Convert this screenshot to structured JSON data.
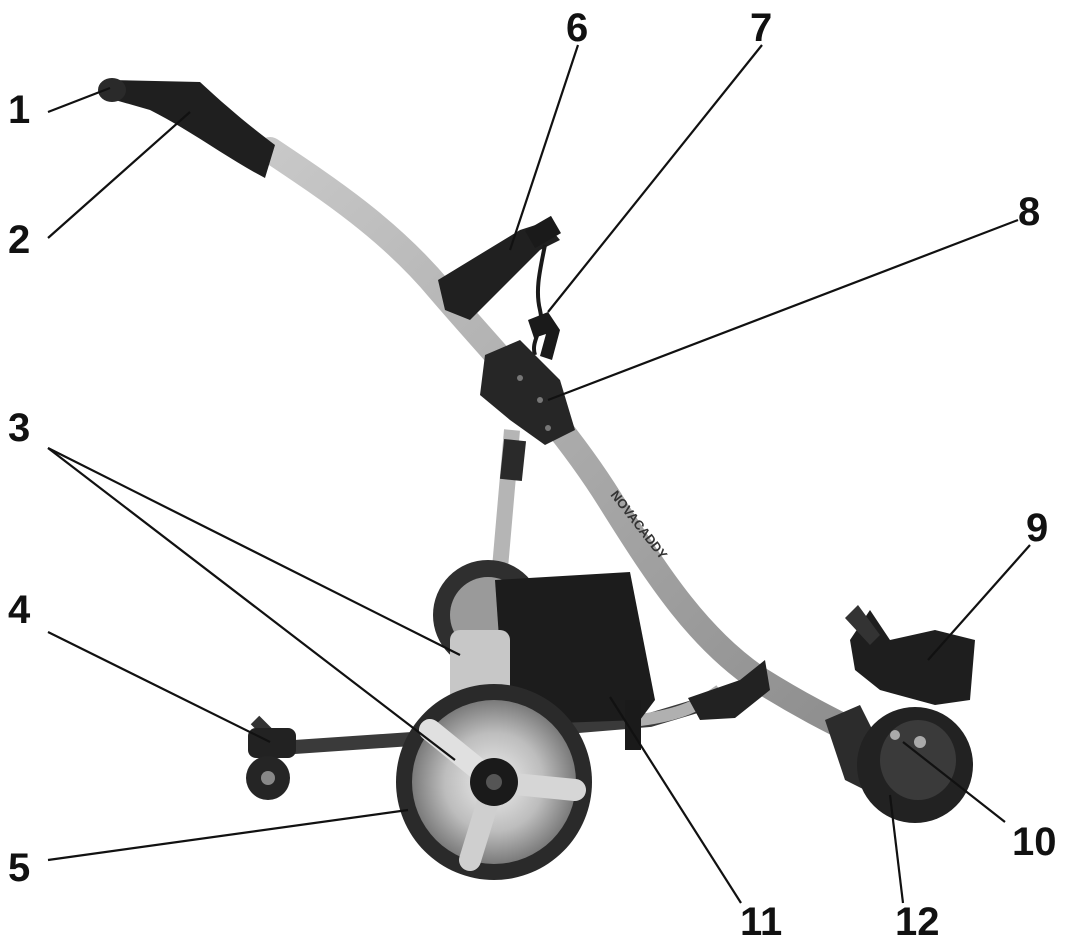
{
  "diagram": {
    "brand_text": "NOVACADDY",
    "callouts": [
      {
        "id": "c1",
        "label": "1"
      },
      {
        "id": "c2",
        "label": "2"
      },
      {
        "id": "c3",
        "label": "3"
      },
      {
        "id": "c4",
        "label": "4"
      },
      {
        "id": "c5",
        "label": "5"
      },
      {
        "id": "c6",
        "label": "6"
      },
      {
        "id": "c7",
        "label": "7"
      },
      {
        "id": "c8",
        "label": "8"
      },
      {
        "id": "c9",
        "label": "9"
      },
      {
        "id": "c10",
        "label": "10"
      },
      {
        "id": "c11",
        "label": "11"
      },
      {
        "id": "c12",
        "label": "12"
      }
    ]
  },
  "colors": {
    "frame": "#a7a7a7",
    "dark_part": "#1f1f1f",
    "tire": "#2a2a2a",
    "hub": "#c9c9c9",
    "leader": "#111111"
  }
}
